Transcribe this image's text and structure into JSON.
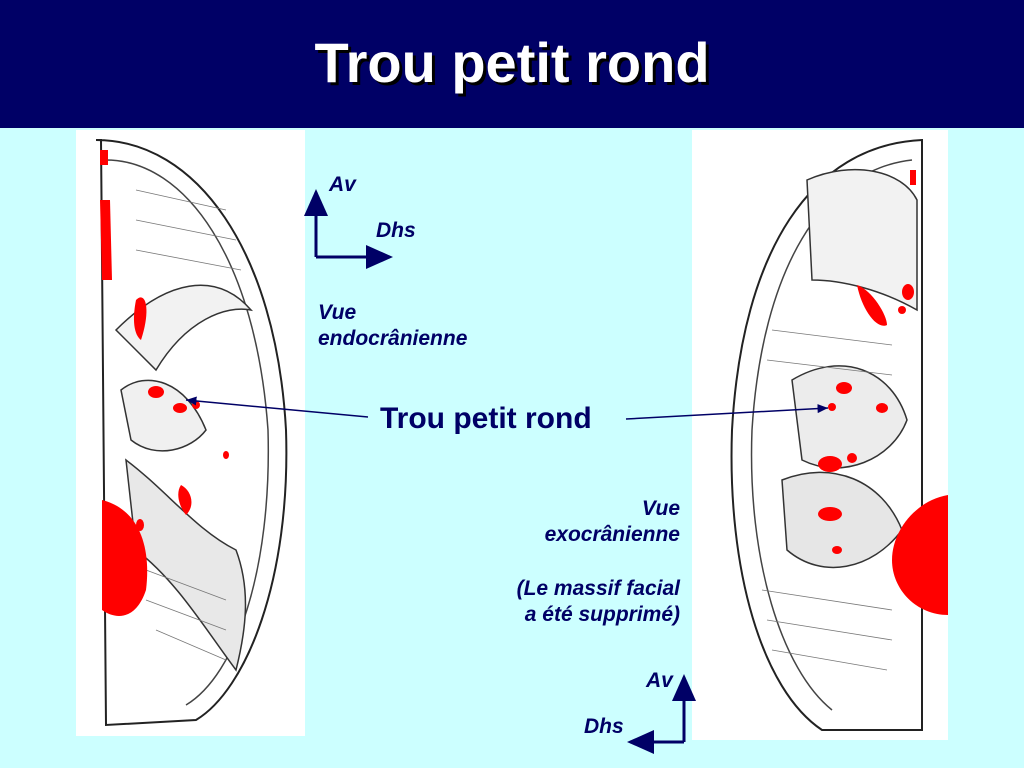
{
  "title": "Trou petit rond",
  "orientation_top": {
    "av": "Av",
    "dhs": "Dhs"
  },
  "orientation_bottom": {
    "av": "Av",
    "dhs": "Dhs"
  },
  "view_endo": {
    "line1": "Vue",
    "line2": "endocrânienne"
  },
  "view_exo": {
    "line1": "Vue",
    "line2": "exocrânienne"
  },
  "note": {
    "line1": "(Le massif facial",
    "line2": "a été supprimé)"
  },
  "structure_label": "Trou petit rond",
  "colors": {
    "header": "#000066",
    "background": "#ccffff",
    "highlight": "#ff0000",
    "arrow": "#000066"
  }
}
